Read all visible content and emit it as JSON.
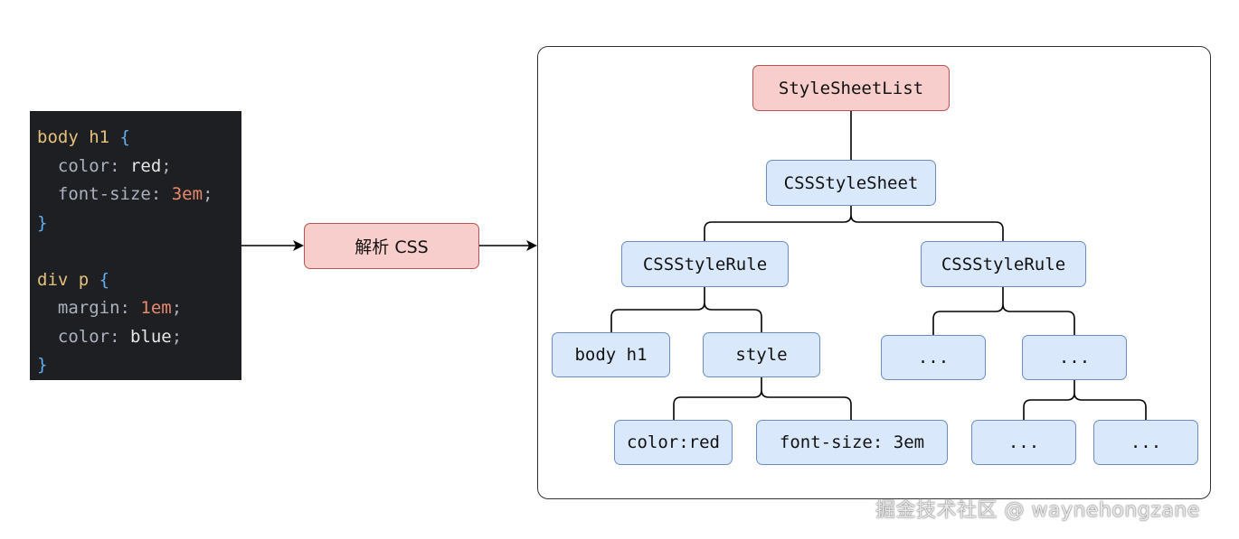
{
  "code": {
    "lines": [
      [
        {
          "t": "body h1 ",
          "c": "sel"
        },
        {
          "t": "{",
          "c": "brace"
        }
      ],
      [
        {
          "t": "  color",
          "c": "prop"
        },
        {
          "t": ": ",
          "c": "punct"
        },
        {
          "t": "red",
          "c": "val"
        },
        {
          "t": ";",
          "c": "punct"
        }
      ],
      [
        {
          "t": "  font-size",
          "c": "prop"
        },
        {
          "t": ": ",
          "c": "punct"
        },
        {
          "t": "3em",
          "c": "num"
        },
        {
          "t": ";",
          "c": "punct"
        }
      ],
      [
        {
          "t": "}",
          "c": "brace"
        }
      ],
      [],
      [
        {
          "t": "div p ",
          "c": "sel"
        },
        {
          "t": "{",
          "c": "brace"
        }
      ],
      [
        {
          "t": "  margin",
          "c": "prop"
        },
        {
          "t": ": ",
          "c": "punct"
        },
        {
          "t": "1em",
          "c": "num"
        },
        {
          "t": ";",
          "c": "punct"
        }
      ],
      [
        {
          "t": "  color",
          "c": "prop"
        },
        {
          "t": ": ",
          "c": "punct"
        },
        {
          "t": "blue",
          "c": "val"
        },
        {
          "t": ";",
          "c": "punct"
        }
      ],
      [
        {
          "t": "}",
          "c": "brace"
        }
      ]
    ]
  },
  "parse_label": "解析 CSS",
  "tree": {
    "root": "StyleSheetList",
    "sheet": "CSSStyleSheet",
    "rule_left": "CSSStyleRule",
    "rule_right": "CSSStyleRule",
    "selector": "body h1",
    "style": "style",
    "decl_color": "color:red",
    "decl_font": "font-size: 3em",
    "ellipsis_1": "...",
    "ellipsis_2": "...",
    "ellipsis_3": "...",
    "ellipsis_4": "..."
  },
  "watermark": "掘金技术社区 @ waynehongzane",
  "colors": {
    "node_blue_fill": "#dae8fc",
    "node_blue_stroke": "#6c8ebf",
    "node_red_fill": "#f8cecc",
    "node_red_stroke": "#b85450",
    "code_bg": "#1e1f22"
  }
}
